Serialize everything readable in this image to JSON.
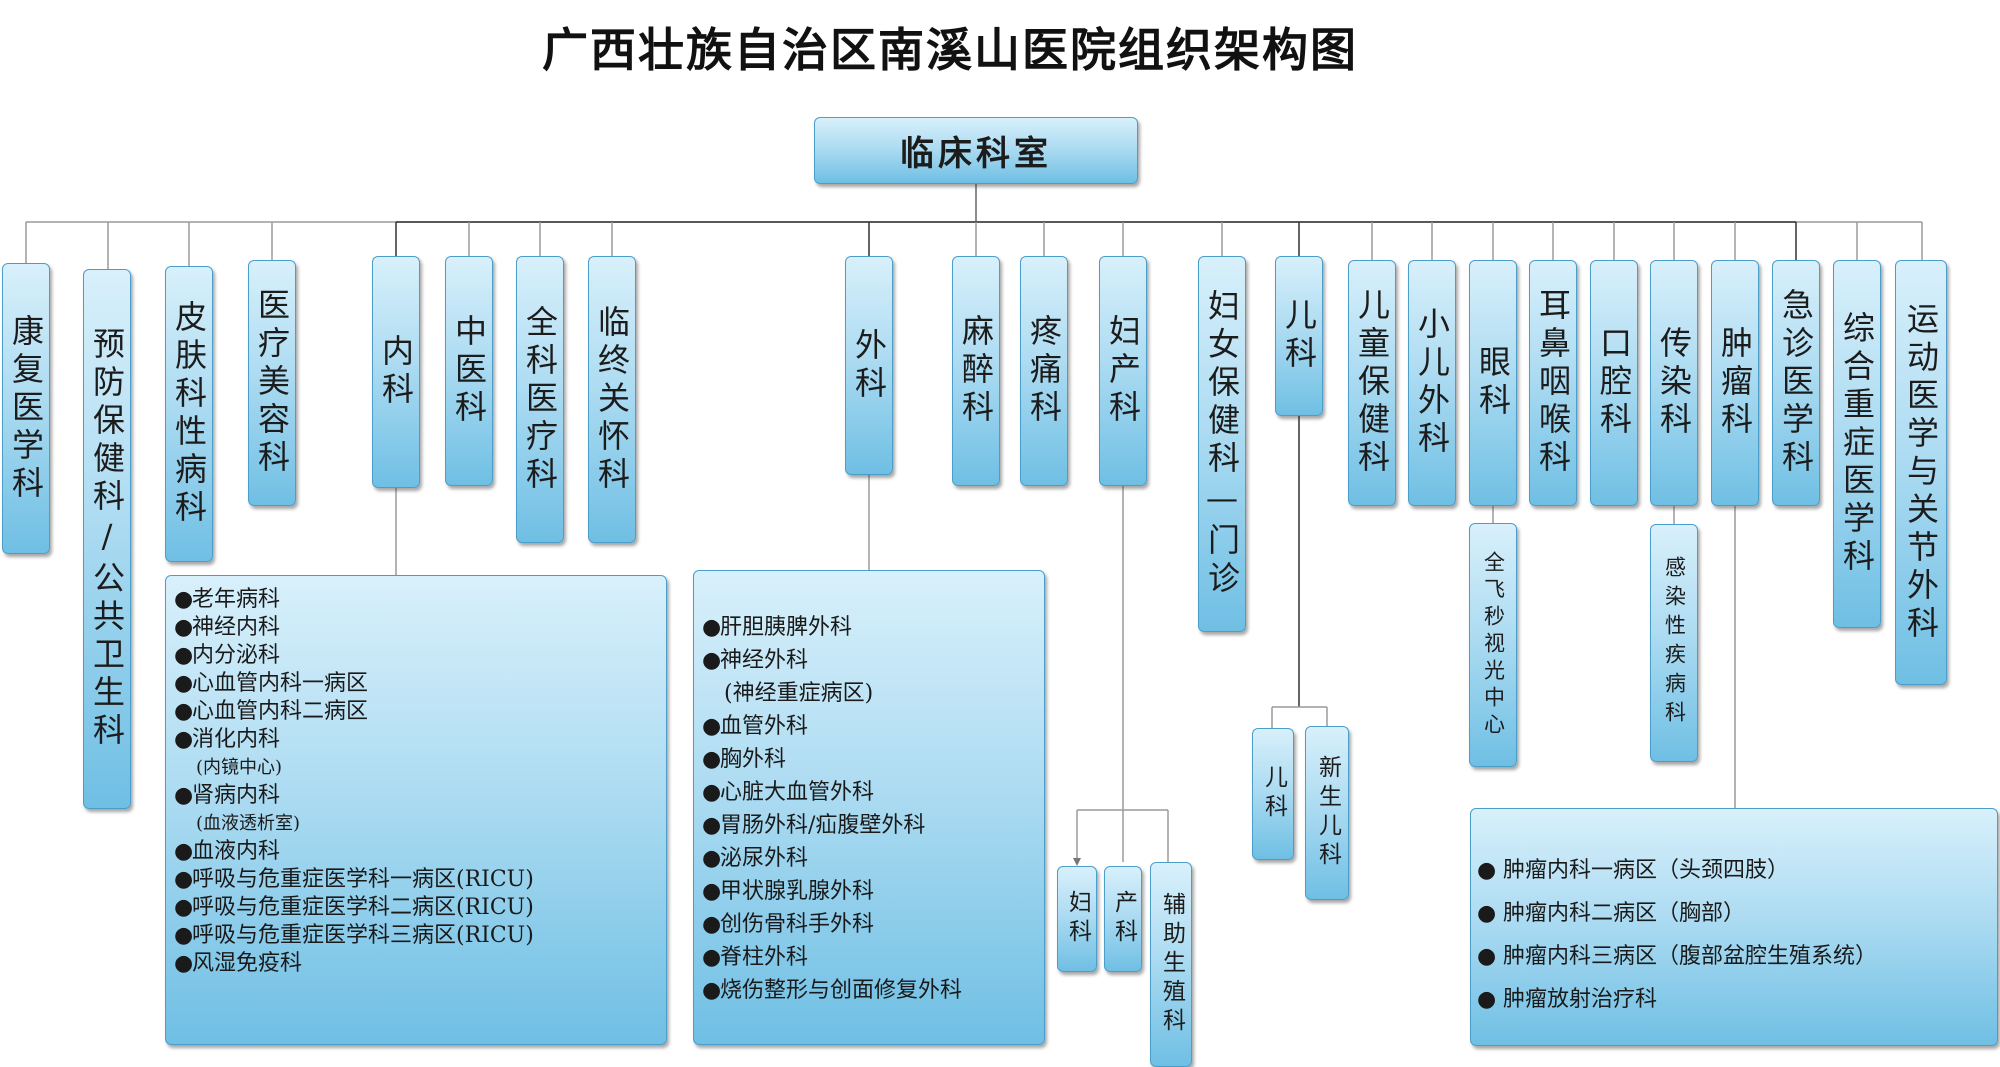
{
  "title": "广西壮族自治区南溪山医院组织架构图",
  "root": "临床科室",
  "departments": [
    "康复医学科",
    "预防保健科/公共卫生科",
    "皮肤科性病科",
    "医疗美容科",
    "内科",
    "中医科",
    "全科医疗科",
    "临终关怀科",
    "外科",
    "麻醉科",
    "疼痛科",
    "妇产科",
    "妇女保健科—门诊",
    "儿科",
    "儿童保健科",
    "小儿外科",
    "眼科",
    "耳鼻咽喉科",
    "口腔科",
    "传染科",
    "肿瘤科",
    "急诊医学科",
    "综合重症医学科",
    "运动医学与关节外科"
  ],
  "neike_list": [
    "老年病科",
    "神经内科",
    "内分泌科",
    "心血管内科一病区",
    "心血管内科二病区",
    "消化内科",
    "(内镜中心)",
    "肾病内科",
    "(血液透析室)",
    "血液内科",
    "呼吸与危重症医学科一病区(RICU)",
    "呼吸与危重症医学科二病区(RICU)",
    "呼吸与危重症医学科三病区(RICU)",
    "风湿免疫科"
  ],
  "waike_list": [
    "肝胆胰脾外科",
    "神经外科",
    "(神经重症病区)",
    "血管外科",
    "胸外科",
    "心脏大血管外科",
    "胃肠外科/疝腹壁外科",
    "泌尿外科",
    "甲状腺乳腺外科",
    "创伤骨科手外科",
    "脊柱外科",
    "烧伤整形与创面修复外科"
  ],
  "fuchan_children": [
    "妇科",
    "产科",
    "辅助生殖科"
  ],
  "erke_children": [
    "儿科",
    "新生儿科"
  ],
  "yanke_child": "全飞秒视光中心",
  "chuanran_child": "感染性疾病科",
  "zhongliu_list": [
    "肿瘤内科一病区（头颈四肢）",
    "肿瘤内科二病区（胸部）",
    "肿瘤内科三病区（腹部盆腔生殖系统）",
    "肿瘤放射治疗科"
  ],
  "colors": {
    "box_top": "#d8f0fb",
    "box_bottom": "#6fbfe4",
    "border": "#4a9ec9",
    "line": "#555555"
  }
}
